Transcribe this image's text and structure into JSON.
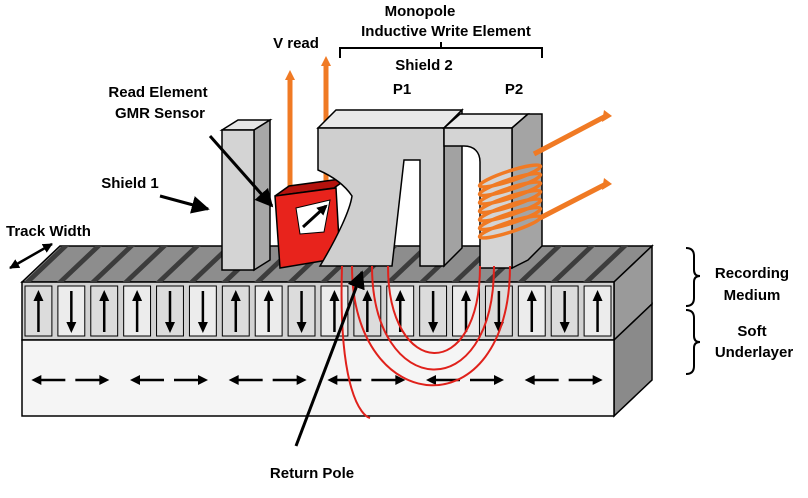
{
  "labels": {
    "monopole_line1": "Monopole",
    "monopole_line2": "Inductive Write Element",
    "v_read": "V read",
    "shield2": "Shield 2",
    "p1": "P1",
    "p2": "P2",
    "read_element_line1": "Read Element",
    "read_element_line2": "GMR Sensor",
    "shield1": "Shield 1",
    "track_width": "Track Width",
    "recording_line1": "Recording",
    "recording_line2": "Medium",
    "soft_line1": "Soft",
    "soft_line2": "Underlayer",
    "return_pole": "Return Pole"
  },
  "magnetization": {
    "perpendicular_bits": [
      "up",
      "down",
      "up",
      "up",
      "down",
      "down",
      "up",
      "up",
      "down",
      "up",
      "up",
      "up",
      "down",
      "up",
      "down",
      "up",
      "down",
      "up"
    ],
    "soft_underlayer_arrows": [
      "double",
      "double",
      "double",
      "double",
      "double",
      "double"
    ]
  },
  "colors": {
    "gmr_sensor": "#e8231c",
    "leads_and_coil": "#f07a24",
    "flux_lines": "#e0211b",
    "pole_gray": "#c8c8c8",
    "medium_top": "#8c8c8c"
  }
}
